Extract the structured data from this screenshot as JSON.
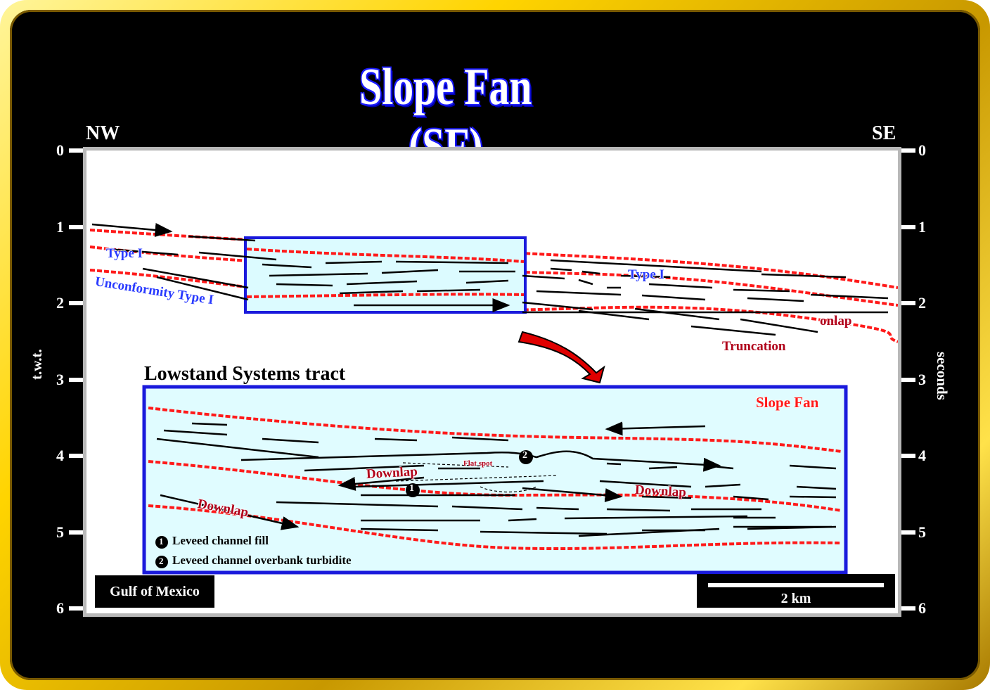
{
  "title": "Slope Fan (SF)",
  "direction": {
    "left": "NW",
    "right": "SE"
  },
  "axis": {
    "left_label": "t.w.t.",
    "right_label": "seconds",
    "ticks": [
      "0",
      "1",
      "2",
      "3",
      "4",
      "5",
      "6"
    ]
  },
  "section_labels": {
    "type1_left": "Type I",
    "unconformity": "Unconformity Type I",
    "type1_right": "Type I",
    "onlap": "onlap",
    "truncation": "Truncation"
  },
  "inset": {
    "title": "Lowstand Systems tract",
    "slope_fan": "Slope Fan",
    "downlap_1": "Downlap",
    "downlap_2": "Downlap",
    "downlap_3": "Downlap",
    "flat_spot": "Flat spot",
    "marker_1": "1",
    "marker_2": "2",
    "legend": [
      {
        "num": "1",
        "text": "Leveed channel fill"
      },
      {
        "num": "2",
        "text": "Leveed channel overbank turbidite"
      }
    ]
  },
  "location": "Gulf of Mexico",
  "scale_bar": "2 km",
  "colors": {
    "frame_gold": "#ffd400",
    "unconformity_red": "#ff1a1a",
    "highlight_blue": "#2020d0",
    "inset_fill": "#e0fcff"
  }
}
